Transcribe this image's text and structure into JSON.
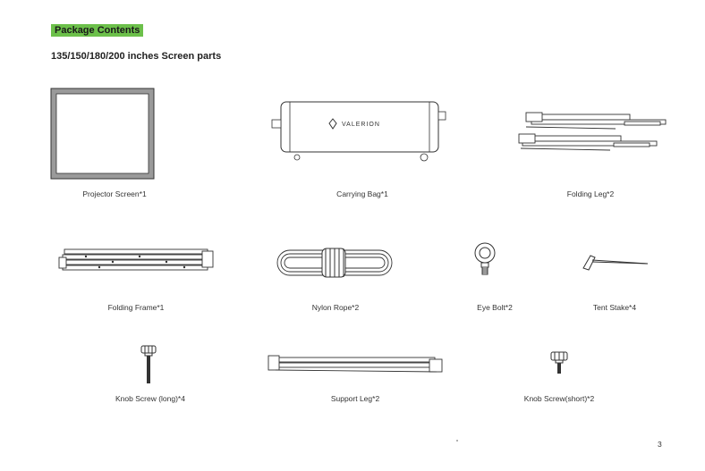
{
  "header": {
    "section_title": "Package Contents",
    "subtitle": "135/150/180/200 inches Screen parts"
  },
  "items": [
    {
      "label": "Projector Screen*1",
      "icon": "projector-screen-icon"
    },
    {
      "label": "Carrying Bag*1",
      "icon": "carrying-bag-icon",
      "brand_text": "VALERION"
    },
    {
      "label": "Folding Leg*2",
      "icon": "folding-leg-icon"
    },
    {
      "label": "Folding Frame*1",
      "icon": "folding-frame-icon"
    },
    {
      "label": "Nylon Rope*2",
      "icon": "nylon-rope-icon"
    },
    {
      "label": "Eye Bolt*2",
      "icon": "eye-bolt-icon"
    },
    {
      "label": "Tent Stake*4",
      "icon": "tent-stake-icon"
    },
    {
      "label": "Knob Screw (long)*4",
      "icon": "knob-screw-long-icon"
    },
    {
      "label": "Support Leg*2",
      "icon": "support-leg-icon"
    },
    {
      "label": "Knob Screw(short)*2",
      "icon": "knob-screw-short-icon"
    }
  ],
  "footer": {
    "page_number": "3"
  },
  "colors": {
    "accent_green": "#6cc04a",
    "line": "#333333",
    "screen_border": "#8c8c8c"
  }
}
